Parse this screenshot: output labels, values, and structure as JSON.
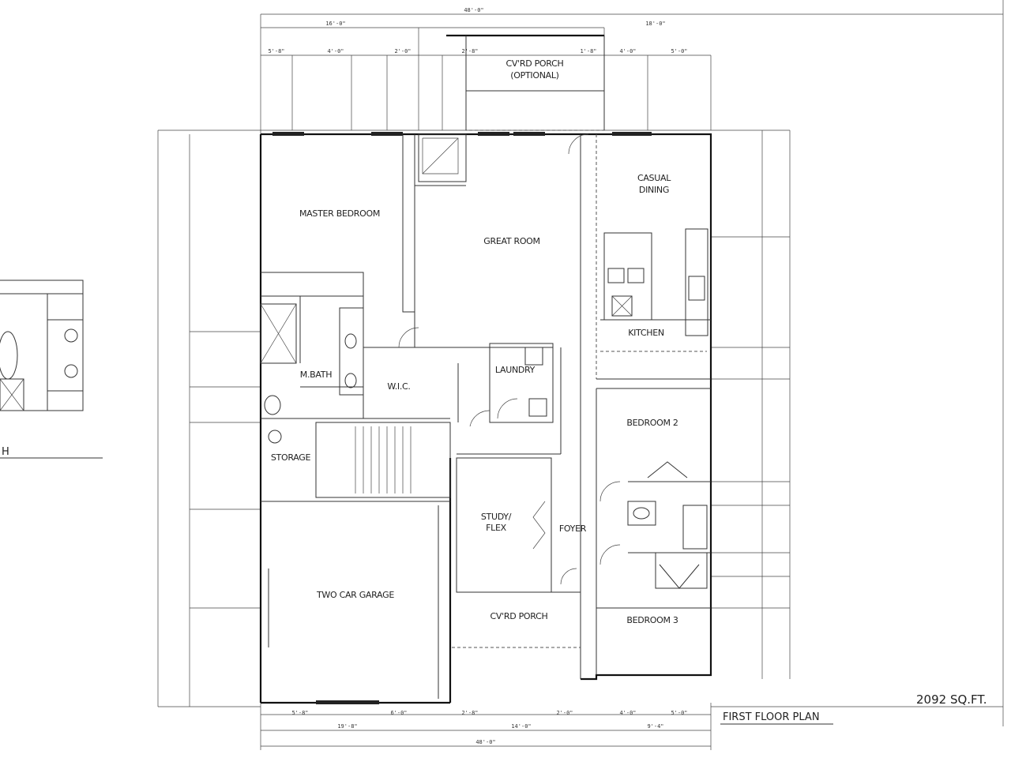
{
  "rooms": {
    "covered_porch_top": "CV'RD PORCH",
    "covered_porch_top_sub": "(OPTIONAL)",
    "master_bedroom": "MASTER BEDROOM",
    "great_room": "GREAT ROOM",
    "casual_dining": "CASUAL",
    "casual_dining_sub": "DINING",
    "kitchen": "KITCHEN",
    "laundry": "LAUNDRY",
    "master_bath": "M.BATH",
    "wic": "W.I.C.",
    "storage": "STORAGE",
    "bedroom_2": "BEDROOM 2",
    "bedroom_3": "BEDROOM 3",
    "study": "STUDY/",
    "study_sub": "FLEX",
    "foyer": "FOYER",
    "garage": "TWO CAR GARAGE",
    "covered_porch_front": "CV'RD PORCH",
    "inset_label": "H"
  },
  "title": "FIRST FLOOR PLAN",
  "area": "2092 SQ.FT."
}
